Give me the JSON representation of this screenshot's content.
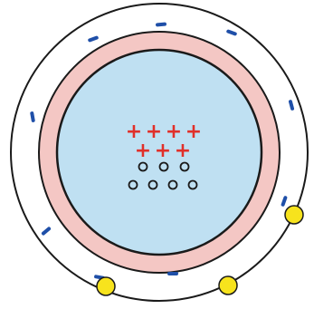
{
  "diagram": {
    "colors": {
      "background": "#ffffff",
      "outline": "#1a1a1a",
      "core_fill": "#bfe0f2",
      "middle_ring_fill": "#f4c7c4",
      "outer_ring_fill": "#ffffff",
      "positive_charge": "#e0302a",
      "negative_charge": "#1f4fa8",
      "neutral_particle": "#1a1a1a",
      "yellow_particle": "#f7e31d"
    },
    "core": {
      "name": "inner-core",
      "positive_charges": [
        {
          "row": 1,
          "count": 4,
          "symbol": "+"
        },
        {
          "row": 2,
          "count": 3,
          "symbol": "+"
        }
      ],
      "neutral_particles": [
        {
          "row": 1,
          "count": 3
        },
        {
          "row": 2,
          "count": 4
        }
      ]
    },
    "outer_ring": {
      "negative_charge_count": 9,
      "yellow_particle_count": 3
    }
  }
}
